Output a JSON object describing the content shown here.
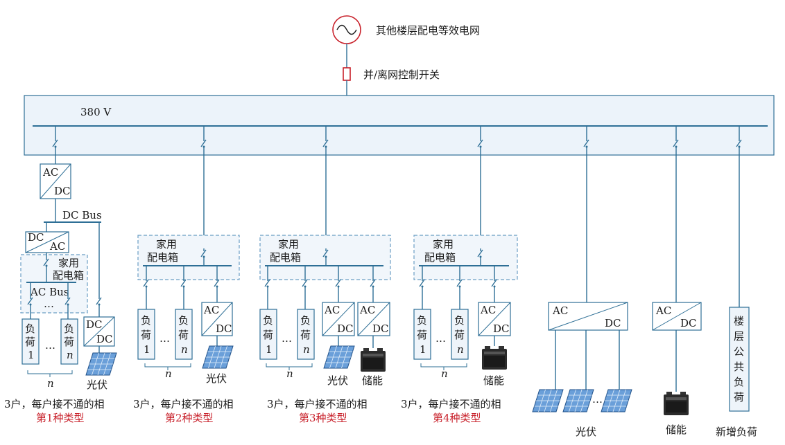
{
  "grid_source": {
    "label": "其他楼层配电等效电网"
  },
  "grid_switch": {
    "label": "并/离网控制开关"
  },
  "main_bus": {
    "voltage": "380 V"
  },
  "converters": {
    "ac": "AC",
    "dc": "DC"
  },
  "type1": {
    "dc_bus": "DC Bus",
    "ac_bus": "AC Bus",
    "home_box": [
      "家用",
      "配电箱"
    ],
    "load_1": [
      "负",
      "荷",
      "1"
    ],
    "load_n": [
      "负",
      "荷",
      "n"
    ],
    "ellipsis": "…",
    "pv": "光伏",
    "count": "n",
    "desc": "3户，每户接不通的相",
    "type": "第1种类型"
  },
  "type2": {
    "home_box": [
      "家用",
      "配电箱"
    ],
    "load_1": [
      "负",
      "荷",
      "1"
    ],
    "load_n": [
      "负",
      "荷",
      "n"
    ],
    "ellipsis": "…",
    "pv": "光伏",
    "count": "n",
    "desc": "3户，每户接不通的相",
    "type": "第2种类型"
  },
  "type3": {
    "home_box": [
      "家用",
      "配电箱"
    ],
    "load_1": [
      "负",
      "荷",
      "1"
    ],
    "load_n": [
      "负",
      "荷",
      "n"
    ],
    "ellipsis": "…",
    "pv": "光伏",
    "storage": "储能",
    "count": "n",
    "desc": "3户，每户接不通的相",
    "type": "第3种类型"
  },
  "type4": {
    "home_box": [
      "家用",
      "配电箱"
    ],
    "load_1": [
      "负",
      "荷",
      "1"
    ],
    "load_n": [
      "负",
      "荷",
      "n"
    ],
    "ellipsis": "…",
    "storage": "储能",
    "count": "n",
    "desc": "3户，每户接不通的相",
    "type": "第4种类型"
  },
  "pv_array": {
    "ellipsis": "…",
    "label": "光伏"
  },
  "storage_branch": {
    "label": "储能"
  },
  "public_load": {
    "box_text": [
      "楼",
      "层",
      "公",
      "共",
      "负",
      "荷"
    ],
    "label": "新增负荷"
  },
  "colors": {
    "line": "#2e6f96",
    "box_fill": "#ecf3fa",
    "accent_red": "#c8202a",
    "switch_red": "#d0262e"
  }
}
